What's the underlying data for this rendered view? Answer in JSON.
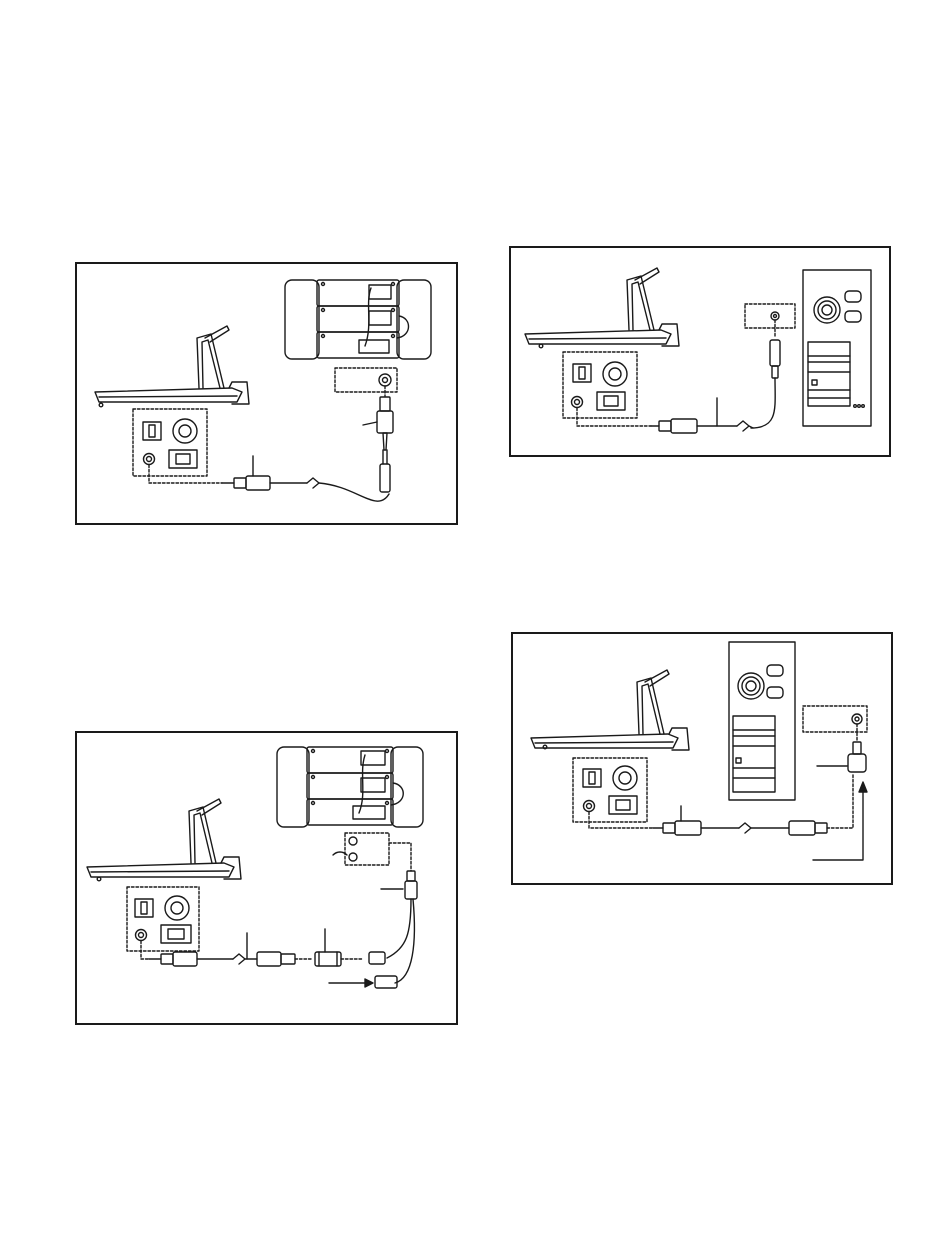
{
  "document": {
    "figures": [
      {
        "id": "treadmill-to-stereo-line-out",
        "text": []
      },
      {
        "id": "treadmill-to-computer",
        "text": []
      },
      {
        "id": "treadmill-to-stereo-with-y-adapter",
        "text": []
      },
      {
        "id": "treadmill-to-computer-with-splitter",
        "text": []
      }
    ]
  },
  "colors": {
    "line": "#1a1a1a",
    "panel_border": "#1a1a1a",
    "background": "#ffffff"
  },
  "icons": [
    "treadmill-icon",
    "console-icon",
    "stereo-icon",
    "computer-tower-icon",
    "audio-cable-icon",
    "audio-jack-icon",
    "y-adapter-icon",
    "arrow-icon"
  ]
}
